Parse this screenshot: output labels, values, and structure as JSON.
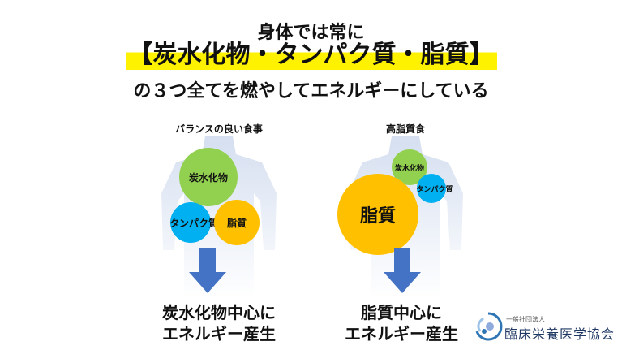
{
  "title": {
    "line1": "身体では常に",
    "line2": "【炭水化物・タンパク質・脂質】",
    "line3": "の３つ全てを燃やしてエネルギーにしている"
  },
  "left": {
    "caption": "バランスの良い食事",
    "circles": {
      "carb": "炭水化物",
      "protein": "タンパク質",
      "fat": "脂質"
    },
    "result_line1": "炭水化物中心に",
    "result_line2": "エネルギー産生"
  },
  "right": {
    "caption": "高脂質食",
    "circles": {
      "carb": "炭水化物",
      "protein": "タンパク質",
      "fat": "脂質"
    },
    "result_line1": "脂質中心に",
    "result_line2": "エネルギー産生"
  },
  "logo": {
    "small": "一般社団法人",
    "name": "臨床栄養医学協会"
  },
  "colors": {
    "carb": "#92d050",
    "protein": "#00b0f0",
    "fat": "#ffc000",
    "arrow": "#4472c4",
    "highlight": "#fff200"
  }
}
